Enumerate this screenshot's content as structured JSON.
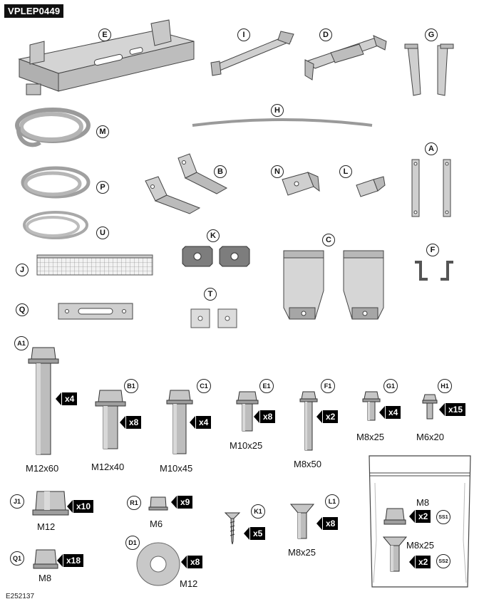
{
  "header": {
    "code": "VPLEP0449"
  },
  "footer": {
    "ref": "E252137"
  },
  "kit_parts": {
    "E": "E",
    "I": "I",
    "D": "D",
    "G": "G",
    "M": "M",
    "H": "H",
    "B": "B",
    "N": "N",
    "L": "L",
    "A": "A",
    "P": "P",
    "U": "U",
    "K": "K",
    "C": "C",
    "F": "F",
    "J": "J",
    "T": "T",
    "Q": "Q"
  },
  "fasteners": {
    "A1": {
      "label": "A1",
      "size": "M12x60",
      "qty": "x4"
    },
    "B1": {
      "label": "B1",
      "size": "M12x40",
      "qty": "x8"
    },
    "C1": {
      "label": "C1",
      "size": "M10x45",
      "qty": "x4"
    },
    "E1": {
      "label": "E1",
      "size": "M10x25",
      "qty": "x8"
    },
    "F1": {
      "label": "F1",
      "size": "M8x50",
      "qty": "x2"
    },
    "G1": {
      "label": "G1",
      "size": "M8x25",
      "qty": "x4"
    },
    "H1": {
      "label": "H1",
      "size": "M6x20",
      "qty": "x15"
    },
    "J1": {
      "label": "J1",
      "size": "M12",
      "qty": "x10"
    },
    "R1": {
      "label": "R1",
      "size": "M6",
      "qty": "x9"
    },
    "K1": {
      "label": "K1",
      "qty": "x5"
    },
    "L1": {
      "label": "L1",
      "size": "M8x25",
      "qty": "x8"
    },
    "Q1": {
      "label": "Q1",
      "size": "M8",
      "qty": "x18"
    },
    "D1": {
      "label": "D1",
      "size": "M12",
      "qty": "x8"
    }
  },
  "spare_bag": {
    "SS1": {
      "label": "SS1",
      "size": "M8",
      "qty": "x2"
    },
    "SS2": {
      "label": "SS2",
      "size": "M8x25",
      "qty": "x2"
    }
  },
  "colors": {
    "metal": "#c9c9c9",
    "metal_dark": "#8a8a8a",
    "hose": "#a8a8a8",
    "label_bg": "#000000"
  }
}
